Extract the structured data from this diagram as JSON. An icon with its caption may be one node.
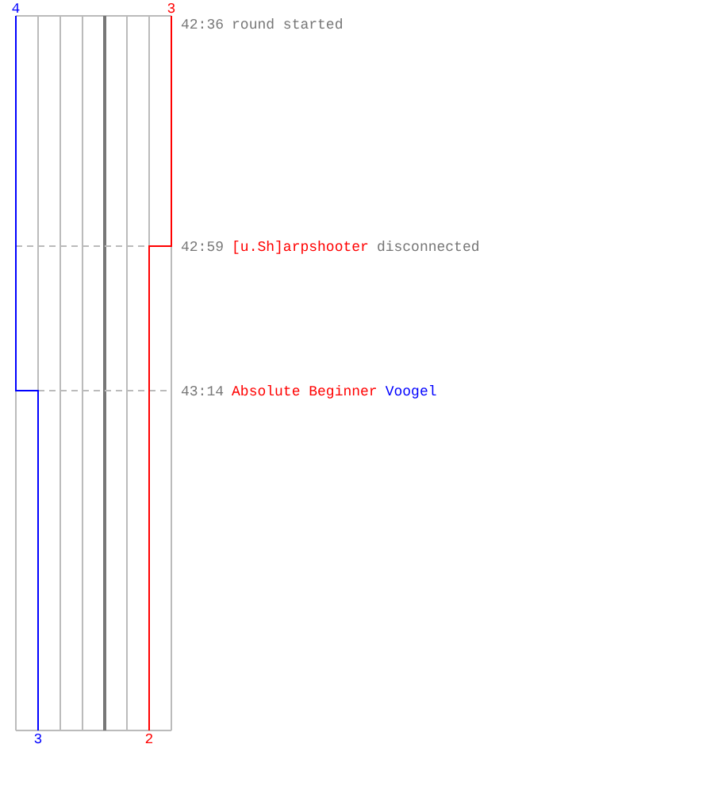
{
  "diagram": {
    "labels": [
      "4",
      "3",
      "42:36",
      "round started",
      "42:59",
      "[u.Sh]arpshooter",
      "disconnected",
      "43:14",
      "Absolute Beginner",
      "Voogel",
      "3",
      "2"
    ]
  }
}
